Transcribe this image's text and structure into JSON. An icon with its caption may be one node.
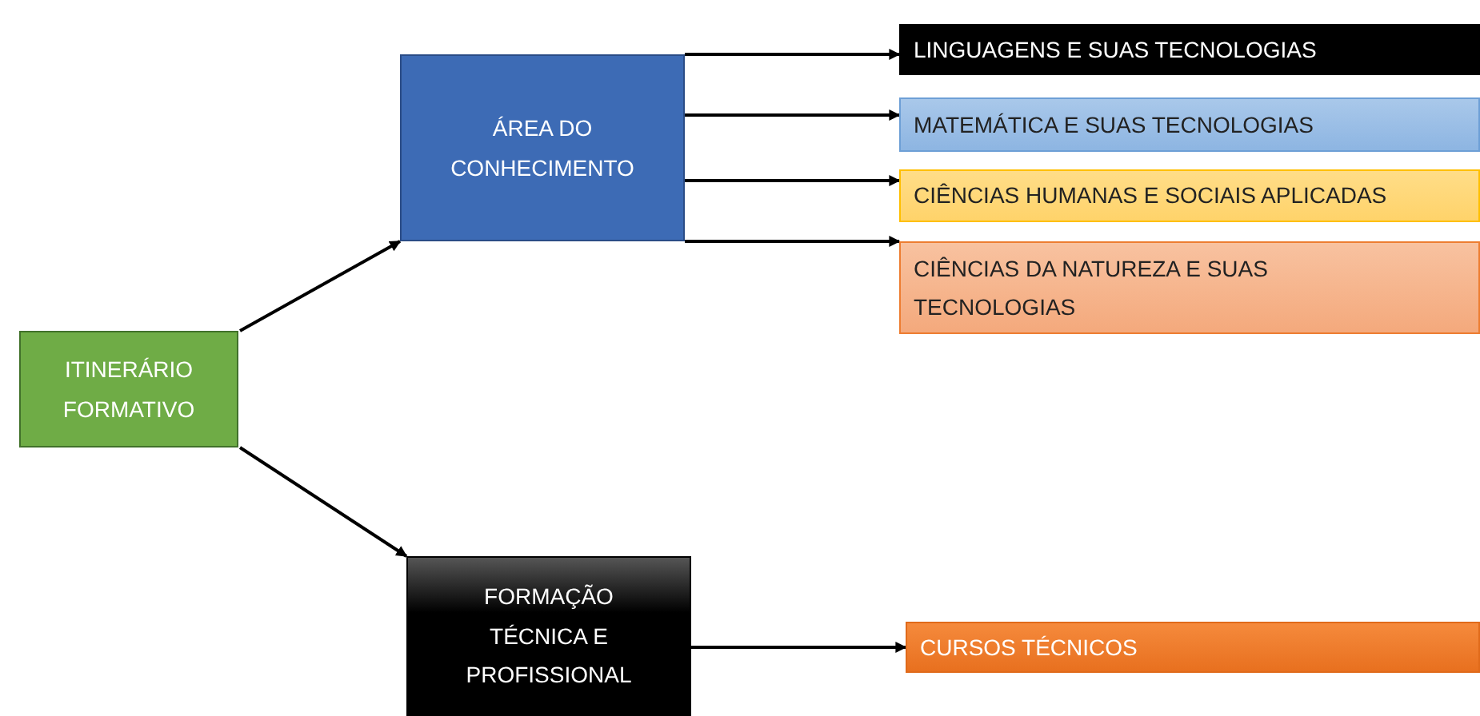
{
  "diagram": {
    "nodes": [
      {
        "text": [
          "ITINERÁRIO FORMATIVO"
        ]
      },
      {
        "text": [
          "ÁREA DO CONHECIMENTO"
        ]
      },
      {
        "text": [
          "LINGUAGENS  E SUAS TECNOLOGIAS"
        ]
      },
      {
        "text": [
          "MATEMÁTICA E SUAS TECNOLOGIAS"
        ]
      },
      {
        "text": [
          "CIÊNCIAS HUMANAS E SOCIAIS APLICADAS"
        ]
      },
      {
        "text": [
          "CIÊNCIAS  DA NATUREZA E SUAS TECNOLOGIAS"
        ]
      },
      {
        "text": [
          "FORMAÇÃO TÉCNICA E PROFISSIONAL"
        ]
      },
      {
        "text": [
          "CURSOS TÉCNICOS"
        ]
      }
    ],
    "edges": [
      {
        "from": 0,
        "to": 1,
        "arrow": "to"
      },
      {
        "from": 0,
        "to": 6,
        "arrow": "to"
      },
      {
        "from": 1,
        "to": 2,
        "arrow": "to"
      },
      {
        "from": 1,
        "to": 3,
        "arrow": "to"
      },
      {
        "from": 1,
        "to": 4,
        "arrow": "to"
      },
      {
        "from": 1,
        "to": 5,
        "arrow": "to"
      },
      {
        "from": 6,
        "to": 7,
        "arrow": "to"
      }
    ]
  }
}
